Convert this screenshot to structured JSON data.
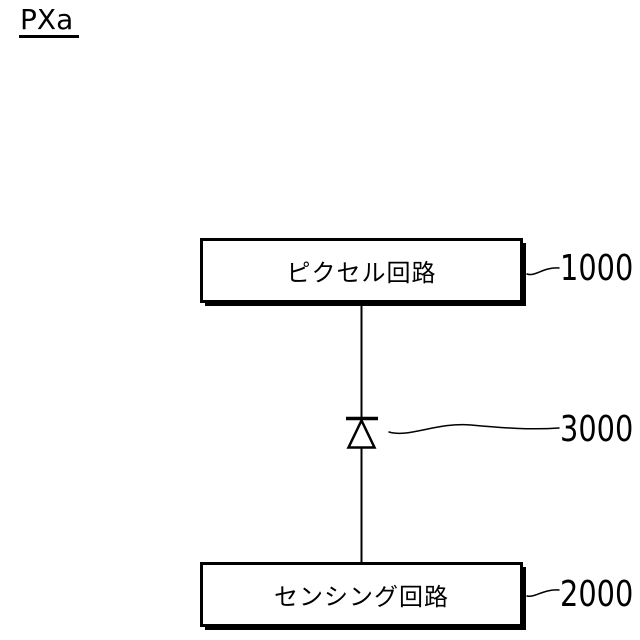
{
  "figure": {
    "title": "PXa",
    "blocks": {
      "pixel": {
        "label": "ピクセル回路",
        "ref": "1000"
      },
      "sensing": {
        "label": "センシング回路",
        "ref": "2000"
      }
    },
    "diode": {
      "ref": "3000",
      "icon": "diode-icon"
    },
    "colors": {
      "line": "#000000",
      "background": "#ffffff"
    }
  }
}
